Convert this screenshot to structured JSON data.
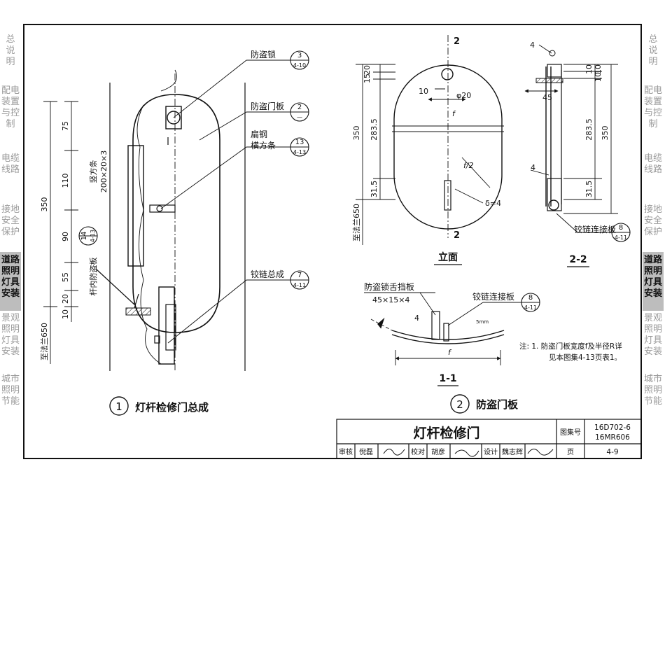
{
  "side_left": [
    {
      "label": "总\n说\n明",
      "active": false
    },
    {
      "label": "配电\n装置\n与控\n制",
      "active": false
    },
    {
      "label": "电缆\n线路",
      "active": false
    },
    {
      "label": "接地\n安全\n保护",
      "active": false
    },
    {
      "label": "道路\n照明\n灯具\n安装",
      "active": true
    },
    {
      "label": "景观\n照明\n灯具\n安装",
      "active": false
    },
    {
      "label": "城市\n照明\n节能",
      "active": false
    }
  ],
  "side_right": [
    {
      "label": "总\n说\n明",
      "active": false
    },
    {
      "label": "配电\n装置\n与控\n制",
      "active": false
    },
    {
      "label": "电缆\n线路",
      "active": false
    },
    {
      "label": "接地\n安全\n保护",
      "active": false
    },
    {
      "label": "道路\n照明\n灯具\n安装",
      "active": true
    },
    {
      "label": "景观\n照明\n灯具\n安装",
      "active": false
    },
    {
      "label": "城市\n照明\n节能",
      "active": false
    }
  ],
  "view1": {
    "number": "1",
    "title": "灯杆检修门总成",
    "dims": [
      "75",
      "110",
      "90",
      "55",
      "20",
      "10",
      "350"
    ],
    "base_label": "至法兰650",
    "labels": {
      "lock": "防盗锁",
      "door": "防盗门板",
      "flatbar1": "扁钢",
      "flatbar2": "横方条",
      "hinge": "铰链总成",
      "vbar1": "竖方条",
      "vbar2": "200×20×3",
      "inner": "杆内防盗板"
    },
    "refs": {
      "lock": {
        "num": "3",
        "sheet": "4-10"
      },
      "door": {
        "num": "2",
        "sheet": "—"
      },
      "flatbar": {
        "num": "13",
        "sheet": "4-13"
      },
      "inner": {
        "num": "14",
        "sheet": "4-13"
      },
      "hinge": {
        "num": "7",
        "sheet": "4-11"
      }
    }
  },
  "elevation": {
    "section_mark": "2",
    "title": "立面",
    "dims": [
      "20",
      "15",
      "283.5",
      "31.5",
      "350",
      "10"
    ],
    "base_label": "至法兰650",
    "phi": "φ20",
    "f": "f",
    "f2": "f/2",
    "delta": "δ=4"
  },
  "section22": {
    "title": "2-2",
    "dims": [
      "10",
      "10",
      "10",
      "283.5",
      "350",
      "31.5",
      "45"
    ],
    "weld": "4",
    "hinge_label": "铰链连接板",
    "hinge_ref": {
      "num": "8",
      "sheet": "4-11"
    }
  },
  "section11": {
    "title": "1-1",
    "tongue_label": "防盗锁舌挡板",
    "tongue_dim": "45×15×4",
    "hinge_label": "铰链连接板",
    "hinge_ref": {
      "num": "8",
      "sheet": "4-11"
    },
    "weld": "4",
    "r": "5mm",
    "f": "f"
  },
  "view2": {
    "number": "2",
    "title": "防盗门板"
  },
  "notes": [
    "注: 1. 防盗门板宽度f及半径R详",
    "见本图集4-13页表1。"
  ],
  "title_block": {
    "title": "灯杆检修门",
    "atlas_label": "图集号",
    "atlas_no_1": "16D702-6",
    "atlas_no_2": "16MR606",
    "page_label": "页",
    "page_no": "4-9",
    "review_label": "审核",
    "reviewer": "倪磊",
    "check_label": "校对",
    "checker": "胡彦",
    "design_label": "设计",
    "designer": "魏志辉"
  }
}
